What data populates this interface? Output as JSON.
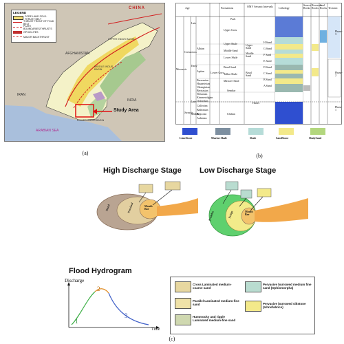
{
  "panel_a": {
    "caption": "(a)",
    "legend": {
      "title": "LEGEND",
      "items": [
        {
          "label": "FORE LAND FOLD-THRUST BELT",
          "color": "#f5e07a"
        },
        {
          "label": "THRUST FRONT OF FOLD BELT",
          "color": "#d22020"
        },
        {
          "label": "PLATE BOUNDARIES/THRUSTS",
          "color": "#d22020"
        },
        {
          "label": "OPHIOLITES",
          "color": "#c23030"
        },
        {
          "label": "MAJOR BACKTHRUST",
          "color": "#d22020"
        }
      ]
    },
    "labels": {
      "china": "CHINA",
      "afghanistan": "AFGHANISTAN",
      "iran": "IRAN",
      "india": "INDIA",
      "arabian_sea": "ARABIAN SEA",
      "middle_indus": "MIDDLE INDUS BASIN",
      "lower_indus": "LOWER INDUS BASIN",
      "upper_indus": "UPPER INDUS BASIN",
      "study_area": "Study Area"
    }
  },
  "panel_b": {
    "caption": "(b)",
    "headers": {
      "age": "Age",
      "formations": "Formations",
      "omv": "OMV Seismic Intervals",
      "lithology": "Lithology",
      "source": "Source Rocks",
      "reservoir": "Reservoir Rocks",
      "seal": "Seal Rocks",
      "tectonic": "Tectonic"
    },
    "eras": {
      "mesozoic": "Mesozoic",
      "cretaceous": "Cretaceous",
      "jurassic": "Jurassic"
    },
    "epochs": {
      "late": "Late",
      "early": "Early",
      "middle": "Middle",
      "late_j": "Late"
    },
    "stages": [
      "Albian",
      "Aptian",
      "Barremian",
      "Hauterivian",
      "Valanginian",
      "Berriasian",
      "Tithonian",
      "Kimmeridgian",
      "Oxfordian",
      "Callovian",
      "Bathonian",
      "Bajocian",
      "Aalenian"
    ],
    "formations": {
      "park": "Park",
      "upper_goru": "Upper Goru",
      "lower_goru": "Lower Goru",
      "upper_shale": "Upper Shale",
      "middle_sand": "Middle Sand",
      "lower_shale": "Lower Shale",
      "basal_sand": "Basal Sand",
      "talhar_shale": "Talhar Shale",
      "massive_sand": "Massive Sand",
      "sembar": "Sembar",
      "chiltan": "Chiltan"
    },
    "omv": {
      "upper_sand": "Upper Sand",
      "middle_sand": "Middle Sand",
      "basal_sand": "Basal Sand",
      "hattes": "Hattes"
    },
    "sand_units": [
      "H Sand",
      "G Sand",
      "F Sand",
      "E Sand",
      "D Sand",
      "C Sand",
      "B Sand",
      "A Sand"
    ],
    "phases": [
      "Phase-3",
      "Phase-2",
      "Phase-1"
    ],
    "lith_legend": [
      "LimeStone",
      "Marine Shale",
      "Shale",
      "SandStone",
      "ShalySand"
    ]
  },
  "panel_c": {
    "caption": "(c)",
    "high_stage": "High Discharge Stage",
    "low_stage": "Low Discharge Stage",
    "high_zones": [
      "Distal",
      "Proximal",
      "Mouth Bar"
    ],
    "low_zones": [
      "Prodelta",
      "Fringe",
      "Mouth Bar"
    ],
    "hydro": {
      "title": "Flood Hydrogram",
      "ylabel": "Discharge",
      "xlabel": "Time",
      "points": [
        "1",
        "2",
        "3"
      ]
    },
    "legend_items": [
      "Cross Laminated medium-coarse sand",
      "Parallel Laminated medium-fine sand",
      "Hummocky and ripple Laminated medium-fine sand",
      "Pervasive burrowed medium fine sand (Ophiomorpha)",
      "Pervasive burrowed siltstone (Ichnofabrics)"
    ]
  }
}
